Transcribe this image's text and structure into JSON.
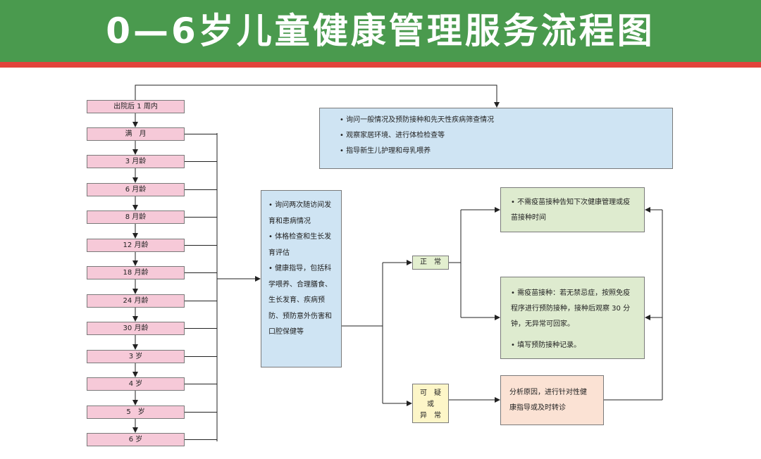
{
  "title": "0—6岁儿童健康管理服务流程图",
  "age_stages": [
    "出院后 1 周内",
    "满　月",
    "3 月龄",
    "6 月龄",
    "8 月龄",
    "12 月龄",
    "18 月龄",
    "24 月龄",
    "30 月龄",
    "3 岁",
    "4 岁",
    "5　岁",
    "6 岁"
  ],
  "first_visit_info": [
    "• 询问一般情况及预防接种和先天性疾病筛查情况",
    "• 观察家居环境、进行体检检查等",
    "• 指导新生儿护理和母乳喂养"
  ],
  "followup_info": [
    "• 询问两次随访间发",
    "育和患病情况",
    "• 体格检查和生长发",
    "育评估",
    "• 健康指导，包括科",
    "学喂养、合理膳食、",
    "生长发育、疾病预",
    "防、预防意外伤害和",
    "口腔保健等"
  ],
  "status": {
    "normal": "正　常",
    "abnormal": [
      "可　疑",
      "或",
      "异　常"
    ]
  },
  "results": {
    "no_vaccine": [
      "• 不需疫苗接种告知下次健康管理或疫",
      "苗接种时间"
    ],
    "vaccine": [
      "• 需疫苗接种：若无禁忌症，按照免疫",
      "程序进行预防接种，接种后观察 30 分",
      "钟，无异常可回家。",
      "• 填写预防接种记录。"
    ],
    "abnormal_action": [
      "分析原因，进行针对性健",
      "康指导或及时转诊"
    ]
  },
  "colors": {
    "header_green": "#4a9a4e",
    "header_red": "#e2433b",
    "age_box": "#f6c9d8",
    "info_blue": "#cfe4f3",
    "result_green": "#deebcf",
    "abnormal_yellow": "#fdf6c8",
    "abnormal_action": "#fbe2d4"
  }
}
